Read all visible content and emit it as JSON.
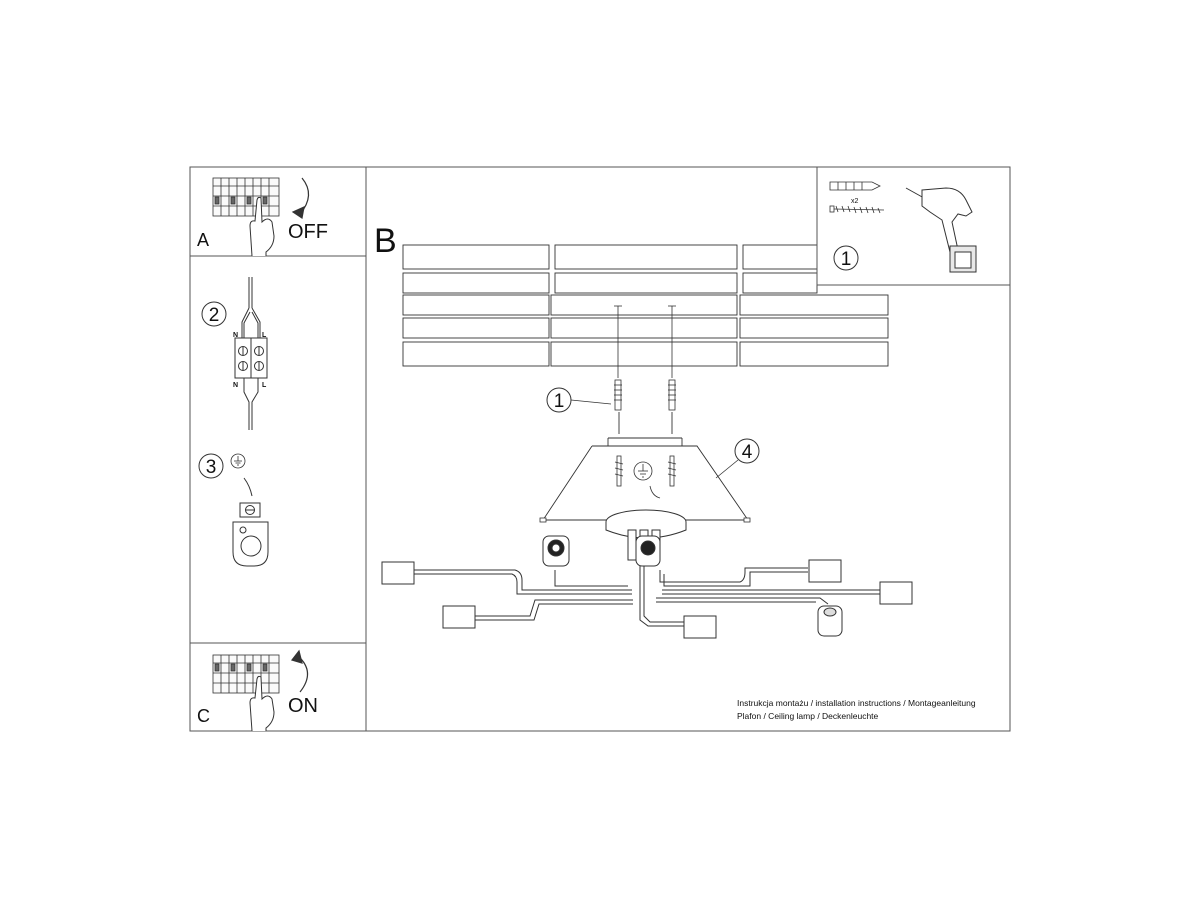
{
  "panel_a": {
    "letter": "A",
    "switch_state": "OFF",
    "icons": [
      "circuit-breaker-icon",
      "hand-icon",
      "curved-arrow-down-icon"
    ]
  },
  "step_2": {
    "number": "2",
    "wire_labels": {
      "top_left": "N",
      "top_right": "L",
      "bottom_left": "N",
      "bottom_right": "L"
    }
  },
  "step_3": {
    "number": "3",
    "icons": [
      "ground-symbol-icon",
      "ground-terminal-icon"
    ]
  },
  "panel_c": {
    "letter": "C",
    "switch_state": "ON",
    "icons": [
      "circuit-breaker-icon",
      "hand-icon",
      "curved-arrow-up-icon"
    ]
  },
  "main": {
    "letter": "B",
    "callout_screws": "1",
    "callout_canopy": "4",
    "icons": [
      "ceiling-panels-icon",
      "wall-plug-icon",
      "screw-icon",
      "ground-symbol-icon",
      "ceiling-lamp-icon"
    ]
  },
  "tools": {
    "number": "1",
    "quantity": "x2",
    "icons": [
      "wall-plug-icon",
      "screw-icon",
      "drill-icon"
    ]
  },
  "footer": {
    "line1": "Instrukcja montażu / installation instructions / Montageanleitung",
    "line2": "Plafon / Ceiling lamp / Deckenleuchte"
  }
}
